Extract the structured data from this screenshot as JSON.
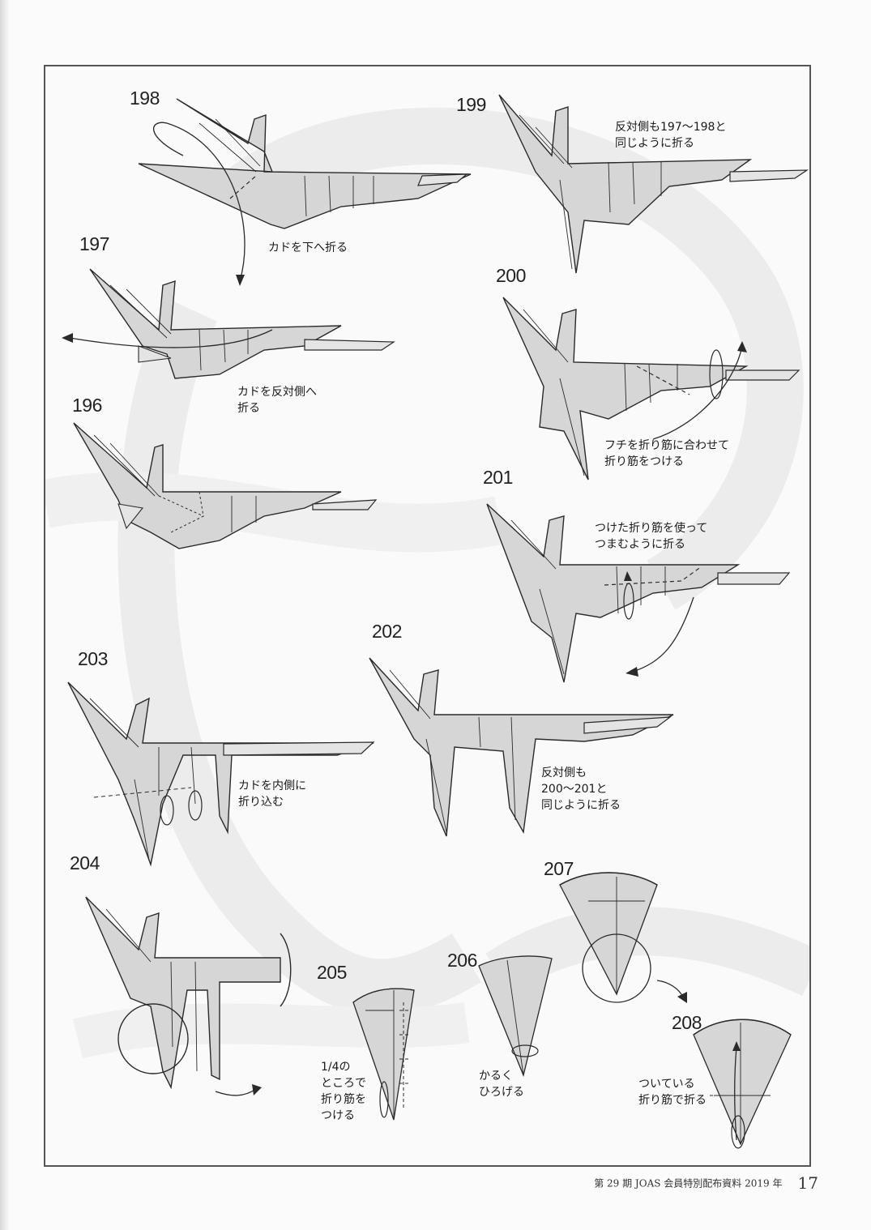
{
  "steps": {
    "s196": "196",
    "s197": "197",
    "s198": "198",
    "s199": "199",
    "s200": "200",
    "s201": "201",
    "s202": "202",
    "s203": "203",
    "s204": "204",
    "s205": "205",
    "s206": "206",
    "s207": "207",
    "s208": "208"
  },
  "captions": {
    "c198": [
      "カドを下へ折る"
    ],
    "c199": [
      "反対側も197〜198と",
      "同じように折る"
    ],
    "c197": [
      "カドを反対側へ",
      "折る"
    ],
    "c200": [
      "フチを折り筋に合わせて",
      "折り筋をつける"
    ],
    "c201": [
      "つけた折り筋を使って",
      "つまむように折る"
    ],
    "c203": [
      "カドを内側に",
      "折り込む"
    ],
    "c202": [
      "反対側も",
      "200〜201と",
      "同じように折る"
    ],
    "c205": [
      "1/4の",
      "ところで",
      "折り筋を",
      "つける"
    ],
    "c206": [
      "かるく",
      "ひろげる"
    ],
    "c208": [
      "ついている",
      "折り筋で折る"
    ]
  },
  "footer": {
    "note": "第 29 期 JOAS 会員特別配布資料 2019 年",
    "page": "17"
  },
  "colors": {
    "paper": "#d6d6d6",
    "paper_light": "#e4e4e4",
    "line": "#2a2a2a",
    "watermark": "#ececec"
  }
}
